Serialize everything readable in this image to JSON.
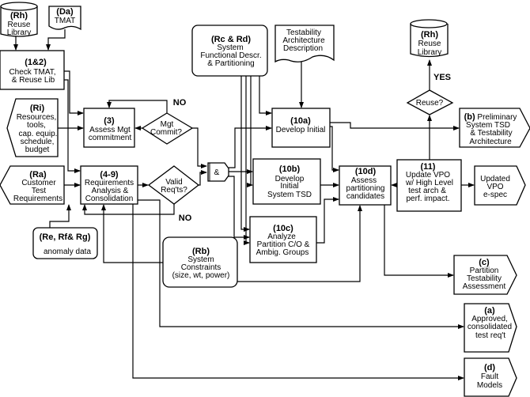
{
  "nodes": {
    "rh_left": {
      "id": "(Rh)",
      "lines": [
        "Reuse",
        "Library"
      ]
    },
    "da": {
      "id": "(Da)",
      "lines": [
        "TMAT"
      ]
    },
    "n12": {
      "id": "(1&2)",
      "lines": [
        "Check TMAT,",
        "& Reuse Lib"
      ]
    },
    "ri": {
      "id": "(Ri)",
      "lines": [
        "Resources,",
        "tools,",
        "cap. equip.",
        "schedule,",
        "budget"
      ]
    },
    "n3": {
      "id": "(3)",
      "lines": [
        "Assess Mgt",
        "commitment"
      ]
    },
    "mgt": {
      "lines": [
        "Mgt",
        "Commit?"
      ]
    },
    "ra": {
      "id": "(Ra)",
      "lines": [
        "Customer",
        "Test",
        "Requirements"
      ]
    },
    "n49": {
      "id": "(4-9)",
      "lines": [
        "Requirements",
        "Analysis &",
        "Consolidation"
      ]
    },
    "valid": {
      "lines": [
        "Valid",
        "Req'ts?"
      ]
    },
    "and_gate": {
      "label": "&"
    },
    "rcrd": {
      "id": "(Rc & Rd)",
      "lines": [
        "System",
        "Functional Descr.",
        "& Partitioning"
      ]
    },
    "tad": {
      "lines": [
        "Testability",
        "Architecture",
        "Description"
      ]
    },
    "n10a": {
      "id": "(10a)",
      "lines": [
        "Develop Initial"
      ]
    },
    "n10b": {
      "id": "(10b)",
      "lines": [
        "Develop",
        "Initial",
        "System TSD"
      ]
    },
    "n10c": {
      "id": "(10c)",
      "lines": [
        "Analyze",
        "Partition C/O &",
        "Ambig. Groups"
      ]
    },
    "n10d": {
      "id": "(10d)",
      "lines": [
        "Assess",
        "partitioning",
        "candidates"
      ]
    },
    "n11": {
      "id": "(11)",
      "lines": [
        "Update VPO",
        "w/ High Level",
        "test arch &",
        "perf. impact."
      ]
    },
    "reuse": {
      "lines": [
        "Reuse?"
      ]
    },
    "rh_right": {
      "id": "(Rh)",
      "lines": [
        "Reuse",
        "Library"
      ]
    },
    "out_b": {
      "id": "(b)",
      "lines": [
        "Preliminary",
        "System TSD",
        "& Testability",
        "Architecture"
      ]
    },
    "vpo": {
      "lines": [
        "Updated",
        "VPO",
        "e-spec"
      ]
    },
    "re": {
      "id": "(Re, Rf& Rg)",
      "lines": [
        "anomaly data"
      ]
    },
    "rb": {
      "id": "(Rb)",
      "lines": [
        "System",
        "Constraints",
        "(size, wt, power)"
      ]
    },
    "out_c": {
      "id": "(c)",
      "lines": [
        "Partition",
        "Testability",
        "Assessment"
      ]
    },
    "out_a": {
      "id": "(a)",
      "lines": [
        "Approved,",
        "consolidated",
        "test req't"
      ]
    },
    "out_d": {
      "id": "(d)",
      "lines": [
        "Fault",
        "Models"
      ]
    }
  },
  "edge_labels": {
    "no_mgt": "NO",
    "no_valid": "NO",
    "yes_reuse": "YES"
  }
}
